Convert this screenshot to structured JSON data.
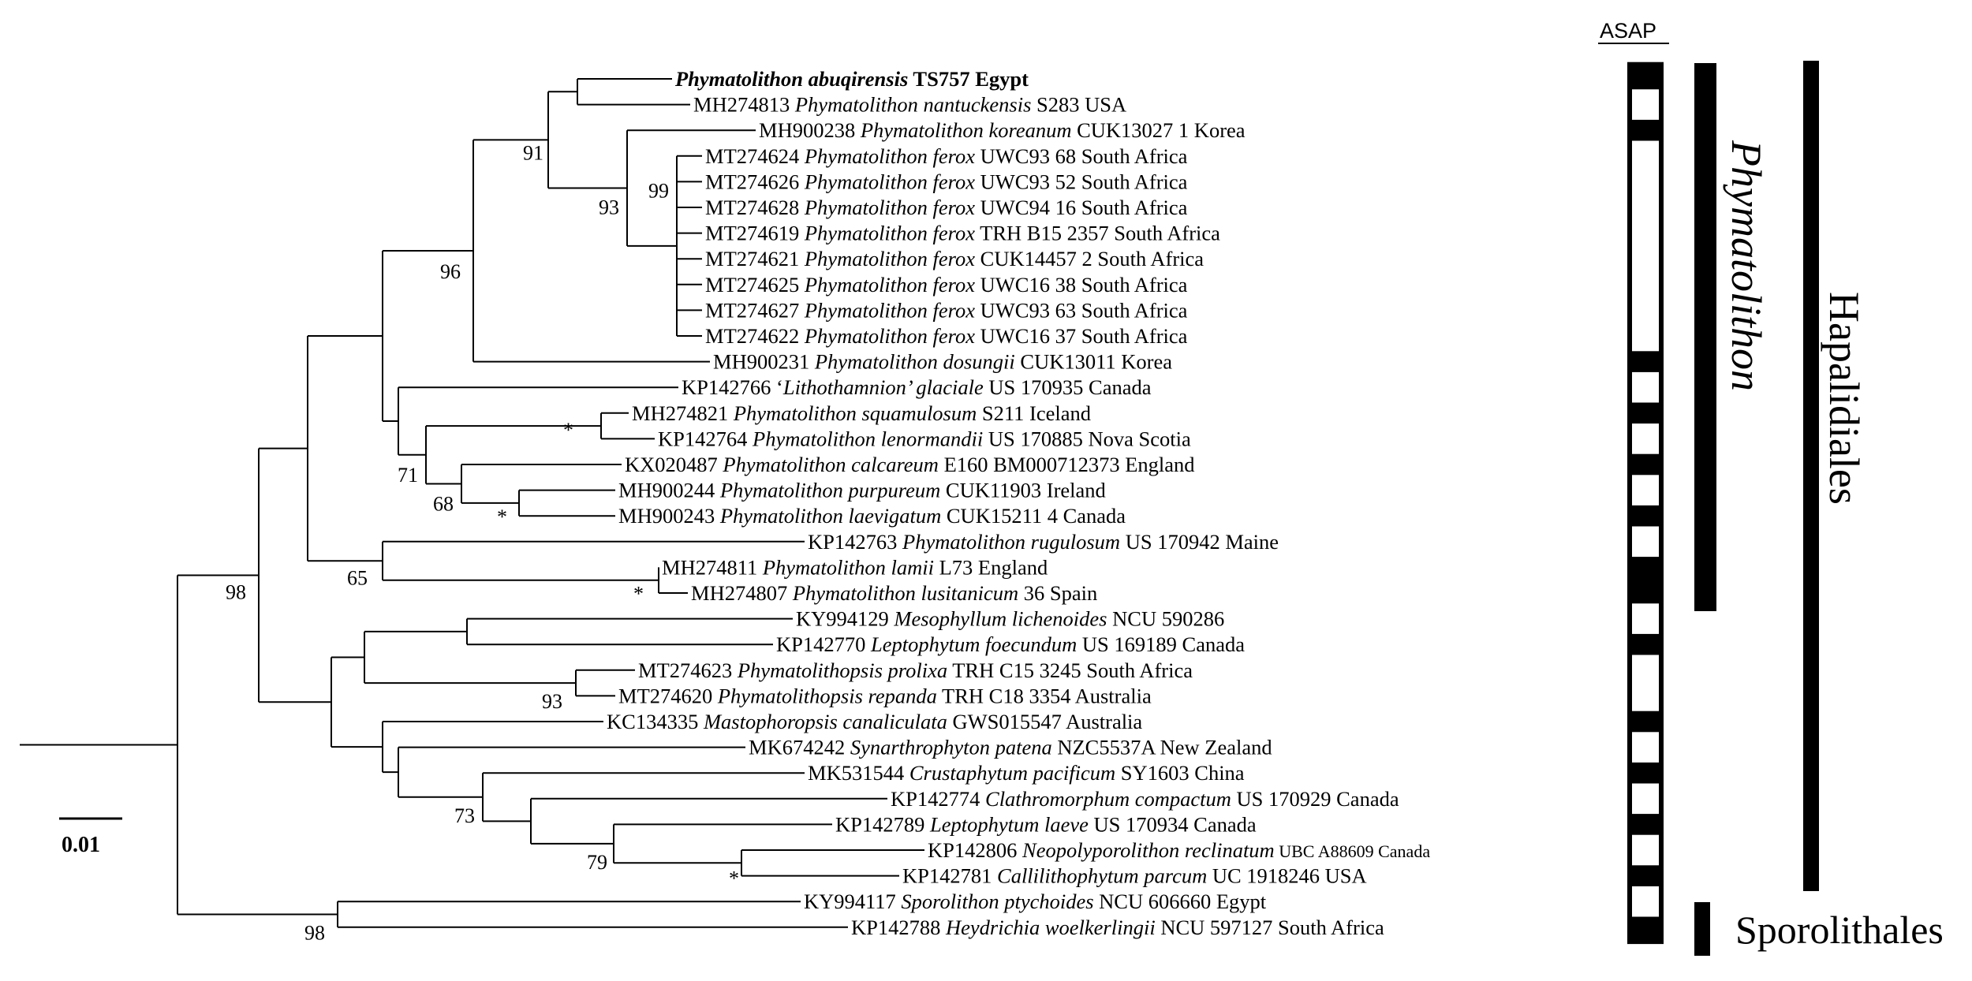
{
  "scale_bar_label": "0.01",
  "asap_title": "ASAP",
  "clade_labels": {
    "genus": "Phymatolithon",
    "order_top": "Hapalidiales",
    "order_bottom": "Sporolithales"
  },
  "leaves": [
    {
      "acc": "",
      "sp": "Phymatolithon abuqirensis",
      "rest": " TS757 Egypt",
      "bold": true
    },
    {
      "acc": "MH274813 ",
      "sp": "Phymatolithon nantuckensis",
      "rest": " S283 USA"
    },
    {
      "acc": "MH900238 ",
      "sp": "Phymatolithon koreanum",
      "rest": " CUK13027 1 Korea"
    },
    {
      "acc": "MT274624 ",
      "sp": "Phymatolithon ferox",
      "rest": " UWC93 68 South Africa"
    },
    {
      "acc": "MT274626 ",
      "sp": "Phymatolithon ferox",
      "rest": " UWC93 52 South Africa"
    },
    {
      "acc": "MT274628 ",
      "sp": "Phymatolithon ferox",
      "rest": " UWC94 16 South Africa"
    },
    {
      "acc": "MT274619 ",
      "sp": "Phymatolithon ferox",
      "rest": " TRH B15 2357 South Africa"
    },
    {
      "acc": "MT274621 ",
      "sp": "Phymatolithon ferox",
      "rest": " CUK14457 2 South Africa"
    },
    {
      "acc": "MT274625 ",
      "sp": "Phymatolithon ferox",
      "rest": " UWC16 38 South Africa"
    },
    {
      "acc": "MT274627 ",
      "sp": "Phymatolithon ferox",
      "rest": " UWC93 63 South Africa"
    },
    {
      "acc": "MT274622 ",
      "sp": "Phymatolithon ferox",
      "rest": " UWC16 37 South Africa"
    },
    {
      "acc": "MH900231 ",
      "sp": "Phymatolithon dosungii",
      "rest": " CUK13011 Korea"
    },
    {
      "acc": "KP142766 ‘",
      "sp": "Lithothamnion’ glaciale",
      "rest": " US 170935 Canada"
    },
    {
      "acc": "MH274821 ",
      "sp": "Phymatolithon squamulosum",
      "rest": " S211 Iceland"
    },
    {
      "acc": "KP142764 ",
      "sp": "Phymatolithon lenormandii",
      "rest": " US 170885 Nova Scotia"
    },
    {
      "acc": "KX020487 ",
      "sp": "Phymatolithon calcareum",
      "rest": " E160 BM000712373 England"
    },
    {
      "acc": "MH900244 ",
      "sp": "Phymatolithon purpureum",
      "rest": " CUK11903 Ireland"
    },
    {
      "acc": "MH900243 ",
      "sp": "Phymatolithon laevigatum",
      "rest": " CUK15211 4 Canada"
    },
    {
      "acc": "KP142763 ",
      "sp": "Phymatolithon rugulosum",
      "rest": " US 170942 Maine"
    },
    {
      "acc": "MH274811 ",
      "sp": "Phymatolithon lamii",
      "rest": " L73 England"
    },
    {
      "acc": "MH274807 ",
      "sp": "Phymatolithon lusitanicum",
      "rest": " 36 Spain"
    },
    {
      "acc": "KY994129 ",
      "sp": "Mesophyllum lichenoides",
      "rest": " NCU 590286"
    },
    {
      "acc": "KP142770 ",
      "sp": "Leptophytum foecundum",
      "rest": " US 169189 Canada"
    },
    {
      "acc": "MT274623 ",
      "sp": "Phymatolithopsis prolixa",
      "rest": " TRH C15 3245 South Africa"
    },
    {
      "acc": "MT274620 ",
      "sp": "Phymatolithopsis repanda",
      "rest": " TRH C18 3354 Australia"
    },
    {
      "acc": "KC134335 ",
      "sp": "Mastophoropsis canaliculata",
      "rest": " GWS015547 Australia"
    },
    {
      "acc": "MK674242 ",
      "sp": "Synarthrophyton patena",
      "rest": " NZC5537A New Zealand"
    },
    {
      "acc": "MK531544 ",
      "sp": "Crustaphytum pacificum",
      "rest": " SY1603 China"
    },
    {
      "acc": "KP142774 ",
      "sp": "Clathromorphum compactum",
      "rest": " US 170929 Canada"
    },
    {
      "acc": "KP142789 ",
      "sp": "Leptophytum laeve",
      "rest": " US 170934 Canada"
    },
    {
      "acc": "KP142806 ",
      "sp": "Neopolyporolithon reclinatum",
      "rest": " UBC A88609 Canada",
      "small_rest": true
    },
    {
      "acc": "KP142781 ",
      "sp": "Callilithophytum parcum",
      "rest": " UC 1918246 USA"
    },
    {
      "acc": "KY994117 ",
      "sp": "Sporolithon ptychoides",
      "rest": " NCU 606660 Egypt"
    },
    {
      "acc": "KP142788 ",
      "sp": "Heydrichia woelkerlingii",
      "rest": " NCU 597127 South Africa"
    }
  ],
  "support_values": [
    "91",
    "93",
    "99",
    "96",
    "*",
    "71",
    "68",
    "*",
    "65",
    "*",
    "98",
    "93",
    "73",
    "79",
    "*",
    "98"
  ],
  "asap_groups": [
    {
      "from": 0,
      "to": 0,
      "filled": true
    },
    {
      "from": 1,
      "to": 1,
      "filled": false
    },
    {
      "from": 2,
      "to": 2,
      "filled": true
    },
    {
      "from": 3,
      "to": 10,
      "filled": false
    },
    {
      "from": 11,
      "to": 11,
      "filled": true
    },
    {
      "from": 12,
      "to": 12,
      "filled": false
    },
    {
      "from": 13,
      "to": 13,
      "filled": true
    },
    {
      "from": 14,
      "to": 14,
      "filled": false
    },
    {
      "from": 15,
      "to": 15,
      "filled": true
    },
    {
      "from": 16,
      "to": 16,
      "filled": false
    },
    {
      "from": 17,
      "to": 17,
      "filled": true
    },
    {
      "from": 18,
      "to": 18,
      "filled": false
    },
    {
      "from": 19,
      "to": 20,
      "filled": true
    },
    {
      "from": 21,
      "to": 21,
      "filled": false
    },
    {
      "from": 22,
      "to": 22,
      "filled": true
    },
    {
      "from": 23,
      "to": 24,
      "filled": false
    },
    {
      "from": 25,
      "to": 25,
      "filled": true
    },
    {
      "from": 26,
      "to": 26,
      "filled": false
    },
    {
      "from": 27,
      "to": 27,
      "filled": true
    },
    {
      "from": 28,
      "to": 28,
      "filled": false
    },
    {
      "from": 29,
      "to": 29,
      "filled": true
    },
    {
      "from": 30,
      "to": 30,
      "filled": false
    },
    {
      "from": 31,
      "to": 31,
      "filled": true
    },
    {
      "from": 32,
      "to": 32,
      "filled": false
    },
    {
      "from": 33,
      "to": 33,
      "filled": true
    }
  ]
}
